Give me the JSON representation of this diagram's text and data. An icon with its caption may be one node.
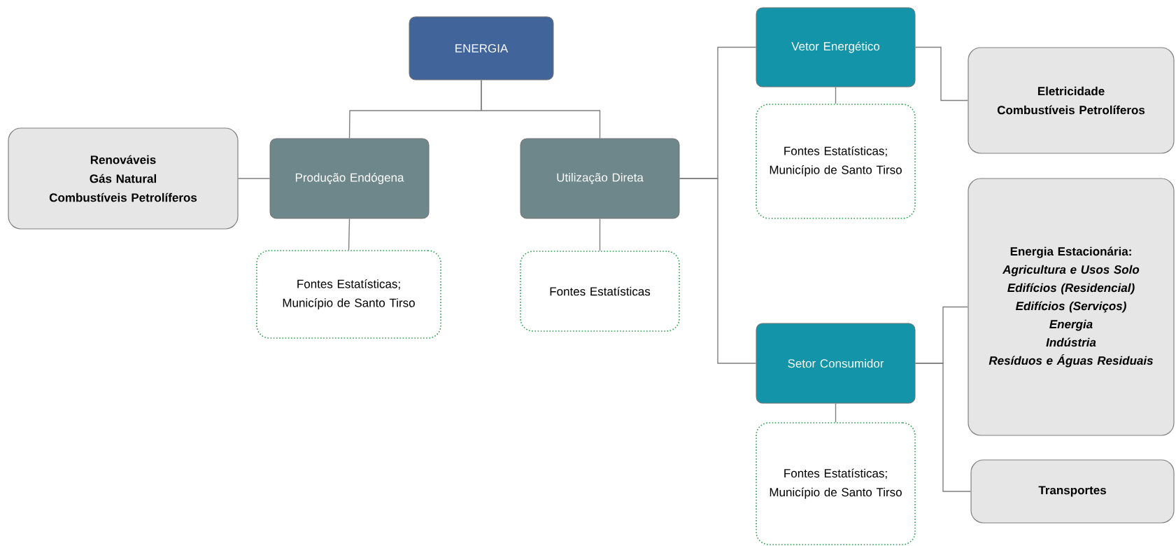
{
  "diagram": {
    "nodes": [
      {
        "text": [
          "ENERGIA"
        ]
      },
      {
        "text": [
          "Renováveis",
          "Gás Natural",
          "Combustíveis Petrolíferos"
        ]
      },
      {
        "text": [
          "Produção Endógena"
        ]
      },
      {
        "text": [
          "Utilização Direta"
        ]
      },
      {
        "text": [
          "Fontes Estatísticas;",
          "Município de Santo Tirso"
        ]
      },
      {
        "text": [
          "Fontes Estatísticas"
        ]
      },
      {
        "text": [
          "Vetor Energético"
        ]
      },
      {
        "text": [
          "Fontes Estatísticas;",
          "Município de Santo Tirso"
        ]
      },
      {
        "text": [
          "Eletricidade",
          "Combustíveis Petrolíferos"
        ]
      },
      {
        "text": [
          "Setor Consumidor"
        ]
      },
      {
        "text": [
          "Fontes Estatísticas;",
          "Município de Santo Tirso"
        ]
      },
      {
        "text": [
          "Energia Estacionária:",
          "Agricultura e Usos Solo",
          "Edifícios (Residencial)",
          "Edifícios (Serviços)",
          "Energia",
          "Indústria",
          "Resíduos e Águas Residuais"
        ]
      },
      {
        "text": [
          "Transportes"
        ]
      }
    ],
    "edges": [
      {
        "from": 0,
        "to": 2,
        "arrow": "none"
      },
      {
        "from": 0,
        "to": 3,
        "arrow": "none"
      },
      {
        "from": 2,
        "to": 1,
        "arrow": "none"
      },
      {
        "from": 2,
        "to": 4,
        "arrow": "none"
      },
      {
        "from": 3,
        "to": 5,
        "arrow": "none"
      },
      {
        "from": 3,
        "to": 6,
        "arrow": "none"
      },
      {
        "from": 3,
        "to": 9,
        "arrow": "none"
      },
      {
        "from": 6,
        "to": 7,
        "arrow": "none"
      },
      {
        "from": 6,
        "to": 8,
        "arrow": "none"
      },
      {
        "from": 9,
        "to": 10,
        "arrow": "none"
      },
      {
        "from": 9,
        "to": 11,
        "arrow": "none"
      },
      {
        "from": 9,
        "to": 12,
        "arrow": "none"
      }
    ]
  }
}
